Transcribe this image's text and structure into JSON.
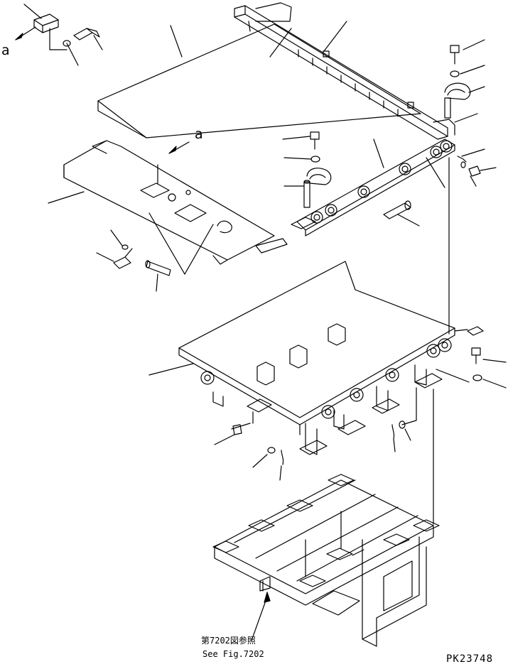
{
  "diagram": {
    "reference_mark": "a",
    "see_figure_jp": "第7202図参照",
    "see_figure_en": "See Fig.7202",
    "drawing_code": "PK23748",
    "components": [
      "canopy-frame-rail",
      "top-cover-plate",
      "lower-cover-plate",
      "pivot-bracket-rail",
      "deck-with-legs",
      "support-frame",
      "bolts",
      "washers",
      "pins",
      "u-clamps"
    ],
    "colors": {
      "line": "#000000",
      "background": "#ffffff"
    }
  }
}
